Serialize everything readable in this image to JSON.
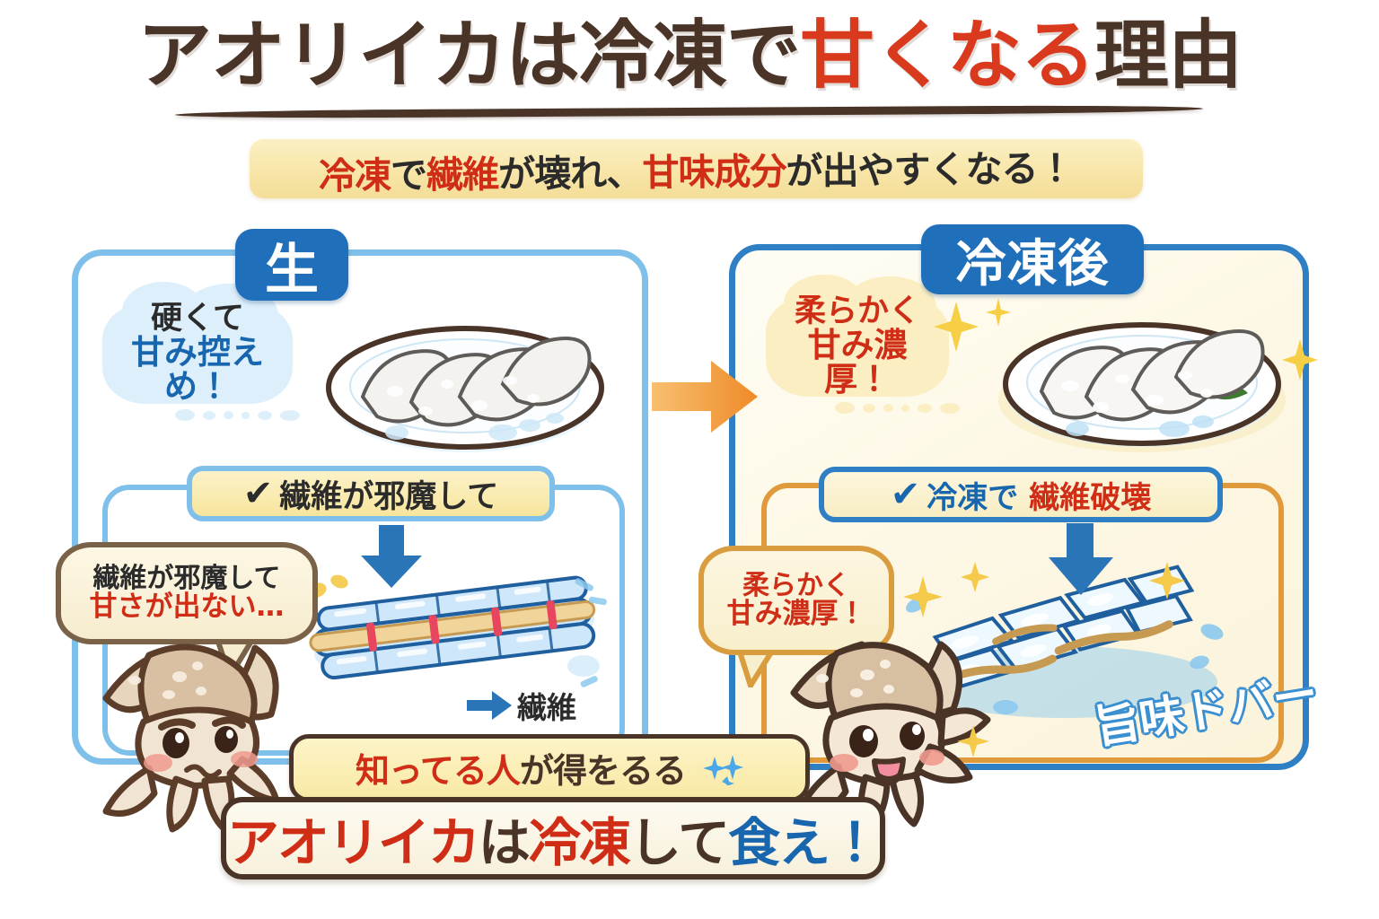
{
  "title": {
    "segments": [
      {
        "text": "アオリイカは冷凍で",
        "color": "dark"
      },
      {
        "text": "甘くなる",
        "color": "red"
      },
      {
        "text": "理由",
        "color": "dark"
      }
    ],
    "full": "アオリイカは冷凍で甘くなる理由"
  },
  "subtitle": {
    "segments": [
      {
        "text": "冷凍",
        "color": "red"
      },
      {
        "text": "で",
        "color": "dark"
      },
      {
        "text": "繊維",
        "color": "red"
      },
      {
        "text": "が壊れ、",
        "color": "dark"
      },
      {
        "text": "甘味成分",
        "color": "red"
      },
      {
        "text": "が出やすくなる！",
        "color": "dark"
      }
    ],
    "full": "冷凍で繊維が壊れ、甘味成分が出やすくなる！"
  },
  "panels": {
    "raw": {
      "badge": "生",
      "cloud_line1": "硬くて",
      "cloud_line2": "甘み控えめ！",
      "pill_check": "✔",
      "pill_text": "繊維が邪魔して",
      "speech_line1": "繊維が邪魔して",
      "speech_line2": "甘さが出ない…",
      "fiber_label": "繊維"
    },
    "frozen": {
      "badge": "冷凍後",
      "cloud_line1": "柔らかく",
      "cloud_line2": "甘み濃厚！",
      "pill_check": "✔",
      "pill_text_blue": "冷凍で",
      "pill_text_red": "繊維破壊",
      "speech_line1": "柔らかく",
      "speech_line2": "甘み濃厚！",
      "splash_text": "旨味ドバー"
    }
  },
  "banners": {
    "know": {
      "segments": [
        {
          "text": "知ってる人",
          "color": "red"
        },
        {
          "text": "が",
          "color": "dark"
        },
        {
          "text": "得をるる",
          "color": "dark"
        }
      ],
      "full": "知ってる人が得をるる"
    },
    "cta": {
      "segments": [
        {
          "text": "アオリイカ",
          "color": "red"
        },
        {
          "text": "は",
          "color": "dark"
        },
        {
          "text": "冷凍",
          "color": "red"
        },
        {
          "text": "して",
          "color": "dark"
        },
        {
          "text": "食え！",
          "color": "blue"
        }
      ],
      "full": "アオリイカは冷凍して食え！"
    }
  },
  "colors": {
    "accent_red": "#cf2d16",
    "accent_blue": "#1766ae",
    "badge_blue": "#1f6fba",
    "panel_border_raw": "#7fc0ea",
    "panel_border_frozen": "#2f7fc4",
    "subbox_border_frozen": "#e09a3c",
    "dark_brown": "#4a3428",
    "yellow_ribbon": "#f8e6a8",
    "arrow_orange": "#f0932a"
  },
  "icons": {
    "check": "check-icon",
    "arrow_right": "arrow-right-icon",
    "arrow_down": "arrow-down-icon",
    "sparkle": "sparkle-icon",
    "squid_angry": "squid-angry-icon",
    "squid_happy": "squid-happy-icon",
    "plate": "plate-sashimi-icon",
    "fiber_intact": "fiber-intact-icon",
    "fiber_broken": "fiber-broken-icon"
  }
}
